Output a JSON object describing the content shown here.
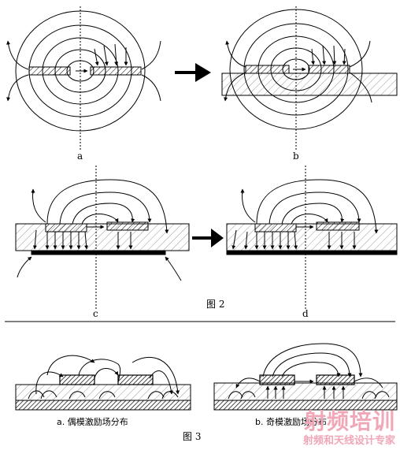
{
  "labels": {
    "a": "a",
    "b": "b",
    "c": "c",
    "d": "d",
    "fig2": "图 2",
    "fig3": "图 3",
    "cap_even": "a. 偶模激励场分布",
    "cap_odd": "b. 奇模激励场分布"
  },
  "watermark": {
    "logo_text": "射频培训",
    "tagline": "射频和天线设计专家"
  },
  "colors": {
    "ink": "#000000",
    "watermark": "#f0a8b8"
  }
}
